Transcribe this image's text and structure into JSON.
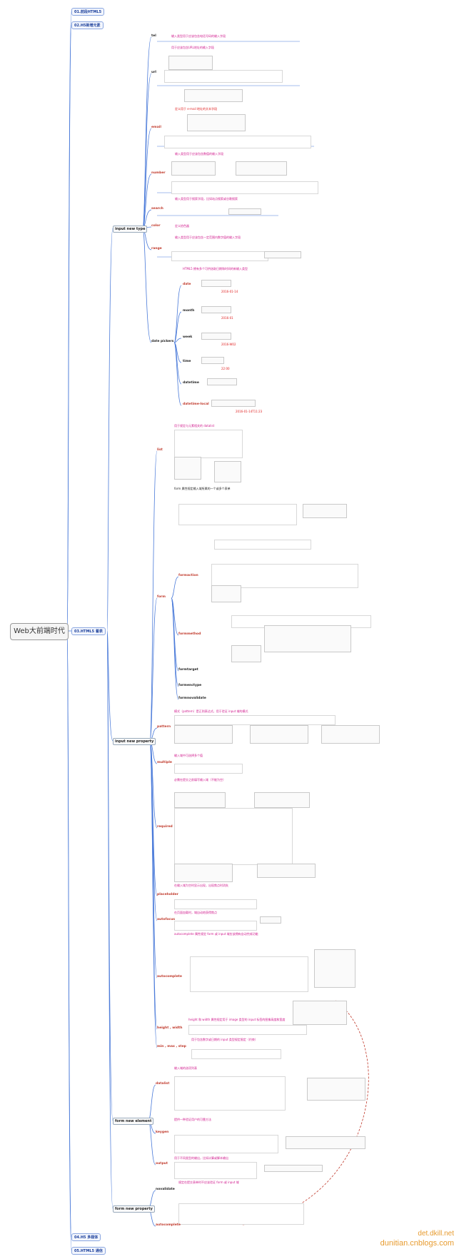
{
  "root": "Web大前端时代",
  "sections": [
    "01.前段HTML5",
    "02.H5新增元素",
    "03.HTML5 着表",
    "04.H5 多媒体",
    "05.HTML5 通信"
  ],
  "categories": [
    "input new type",
    "input new property",
    "form new element",
    "form new property"
  ],
  "types": [
    "tel",
    "url",
    "email",
    "number",
    "search",
    "color",
    "range",
    "date pickers"
  ],
  "date_pickers": {
    "items": [
      "date",
      "month",
      "week",
      "time",
      "datetime",
      "datetime-local"
    ],
    "values": [
      "2016-01-14",
      "2016-01",
      "2016-W02",
      "22:00",
      "",
      "2016-01-14T11:23"
    ]
  },
  "properties": [
    "list",
    "form",
    "formaction",
    "formenctype",
    "formmethod",
    "formtarget",
    "formnovalidate",
    "pattern",
    "multiple",
    "required",
    "placeholder",
    "autofocus",
    "autocomplete",
    "height , width",
    "min , max , step"
  ],
  "elements": [
    "datalist",
    "keygen",
    "output"
  ],
  "form_props": [
    "novalidate",
    "autocomplete"
  ],
  "notes": {
    "tel": "输入类型用于应该包含电话号码的输入字段",
    "url": "用于应该包含URL地址的输入字段",
    "email": "定义用于 e-mail 地址的文本字段",
    "number": "输入类型用于应该包含数值的输入字段",
    "search": "输入类型用于搜索字段，比如站点搜索或谷歌搜索",
    "color": "定义拾色器",
    "range": "输入类型用于应该包含一定范围内数字值的输入字段",
    "date_pickers": "HTML5 拥有多个可供选取日期和时间的新输入类型",
    "list": "用于规定与元素相关的 datalist",
    "form": "form 属性规定输入域所属的一个或多个表单",
    "pattern": "模式（pattern）是正则表达式，用于验证 input 域的模式",
    "multiple": "输入域中可选择多个值",
    "required": "必需在提交之前填写输入域（不能为空）",
    "placeholder": "在输入域为空时显示出现，出现焦点时消失",
    "autofocus": "在页面加载时，域自动地获得焦点",
    "autocomplete": "autocomplete 属性规定 form 或 input 域应该拥有自动完成功能",
    "height_width": "height 和 width 属性规定用于 image 类型的 input 标签的图像高度和宽度",
    "min_max_step": "用于包含数字或日期的 input 类型规定限定（约束）",
    "datalist": "输入域的选项列表",
    "keygen": "提供一种验证用户的可靠方法",
    "output": "用于不同类型的输出，比如计算或脚本输出",
    "novalidate": "规定在提交表单时不应该验证 form 或 input 域"
  },
  "watermark": [
    "det.dkill.net",
    "dunitian.cnblogs.com"
  ],
  "colors": {
    "accent": "#d0188c",
    "red": "#e02020",
    "link": "#4a7ad9",
    "orange": "#e79b2f"
  }
}
